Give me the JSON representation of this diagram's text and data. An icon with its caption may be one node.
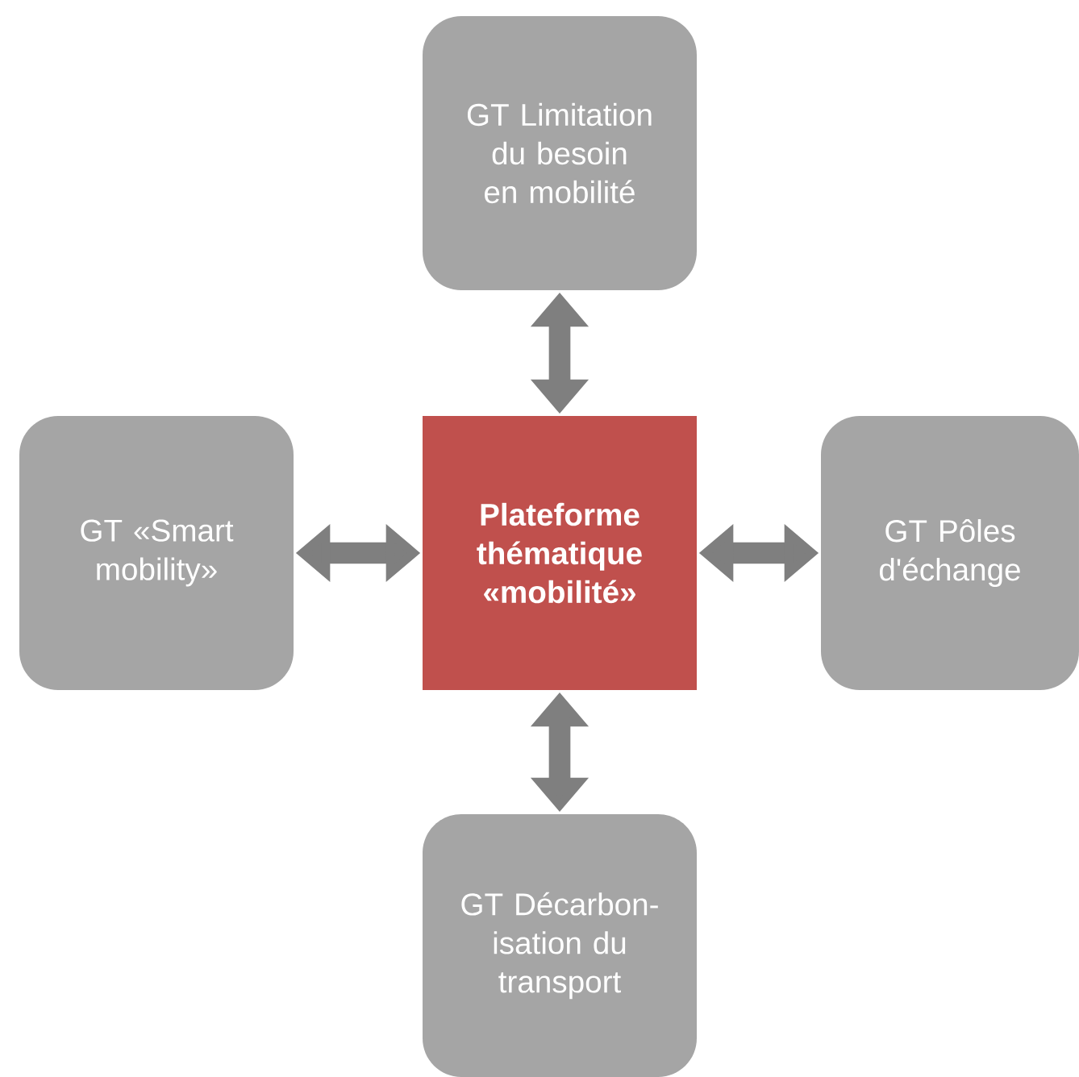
{
  "diagram": {
    "nodes": [
      {
        "text": [
          "GT Limitation du besoin en mobilité"
        ]
      },
      {
        "text": [
          "GT «Smart mobility»"
        ]
      },
      {
        "text": [
          "Plateforme thématique «mobilité»"
        ]
      },
      {
        "text": [
          "GT Pôles d'échange"
        ]
      },
      {
        "text": [
          "GT Décarbon-isation du transport"
        ]
      }
    ],
    "edges": [
      {
        "from": 2,
        "to": 0,
        "arrow": "both"
      },
      {
        "from": 2,
        "to": 1,
        "arrow": "both"
      },
      {
        "from": 2,
        "to": 3,
        "arrow": "both"
      },
      {
        "from": 2,
        "to": 4,
        "arrow": "both"
      }
    ]
  }
}
